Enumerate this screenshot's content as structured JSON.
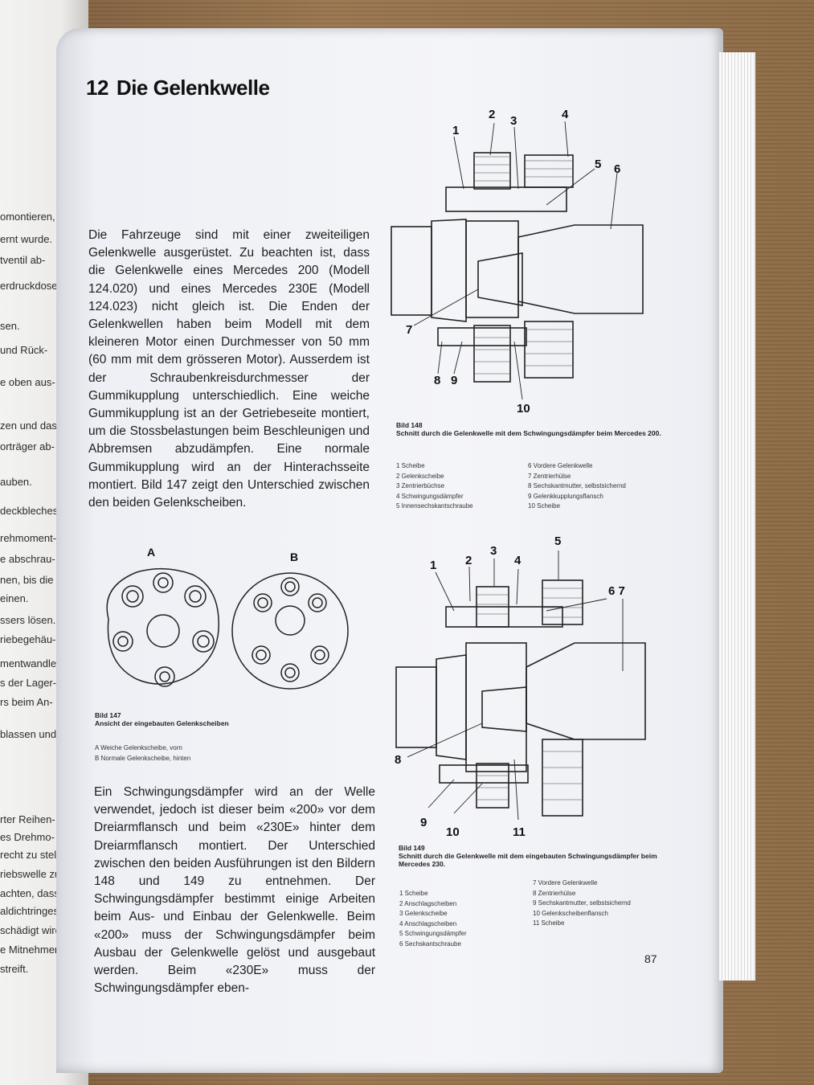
{
  "left_page": {
    "fragments": [
      "omontieren,",
      "ernt wurde.",
      "tventil  ab-",
      "erdruckdose",
      "sen.",
      "und Rück-",
      "e oben aus-",
      "zen und das",
      "orträger ab-",
      "auben.",
      "deckbleches",
      "rehmoment-",
      "e abschrau-",
      "nen, bis die",
      "einen.",
      "ssers lösen.",
      "riebegehäu-",
      "mentwandler",
      "s der Lager-",
      "rs beim An-",
      "blassen und",
      "rter Reihen-",
      "es Drehmo-",
      "recht zu stel-",
      "riebswelle zu",
      "achten, dass",
      "aldichtringes",
      "schädigt wird",
      "e Mitnehmer-",
      "streift."
    ]
  },
  "chapter": {
    "number": "12",
    "title": "Die Gelenkwelle"
  },
  "paragraph1": "Die Fahrzeuge sind mit einer zweiteiligen Gelenkwelle ausgerüstet. Zu beachten ist, dass die Gelenkwelle eines Mercedes 200 (Modell 124.020) und eines Mercedes 230E (Modell 124.023) nicht gleich ist. Die Enden der Gelenkwellen haben beim Modell mit dem kleineren Motor einen Durchmesser von 50 mm (60 mm mit dem grösseren Motor). Ausserdem ist der Schraubenkreisdurchmesser der Gummikupplung unterschiedlich. Eine weiche Gummikupplung ist an der Getriebeseite montiert, um die Stossbelastungen beim Beschleunigen und Abbremsen abzudämpfen. Eine normale Gummikupplung wird an der Hinterachsseite montiert. Bild 147 zeigt den Unterschied zwischen den beiden Gelenkscheiben.",
  "paragraph2": "Ein Schwingungsdämpfer wird an der Welle verwendet, jedoch ist dieser beim «200» vor dem Dreiarmflansch und beim «230E» hinter dem Dreiarmflansch montiert. Der Unterschied zwischen den beiden Ausführungen ist den Bildern 148 und 149 zu entnehmen. Der Schwingungsdämpfer bestimmt einige Arbeiten beim Aus- und Einbau der Gelenkwelle. Beim «200» muss der Schwingungsdämpfer beim Ausbau der Gelenkwelle gelöst und ausgebaut werden. Beim «230E» muss der Schwingungsdämpfer eben-",
  "figure147": {
    "label_a": "A",
    "label_b": "B",
    "caption_number": "Bild 147",
    "caption_text": "Ansicht der eingebauten Gelenkscheiben",
    "legend": [
      "A  Weiche Gelenkscheibe, vorn",
      "B  Normale Gelenkscheibe, hinten"
    ]
  },
  "figure148": {
    "callouts": [
      "1",
      "2",
      "3",
      "4",
      "5",
      "6",
      "7",
      "8",
      "9",
      "10"
    ],
    "caption_number": "Bild 148",
    "caption_text": "Schnitt durch die Gelenkwelle mit dem Schwingungsdämpfer beim Mercedes 200.",
    "legend_left": [
      "1  Scheibe",
      "2  Gelenkscheibe",
      "3  Zentrierbüchse",
      "4  Schwingungsdämpfer",
      "5  Innensechskantschraube"
    ],
    "legend_right": [
      "6  Vordere Gelenkwelle",
      "7  Zentrierhülse",
      "8  Sechskantmutter, selbstsichernd",
      "9  Gelenkkupplungsflansch",
      "10  Scheibe"
    ]
  },
  "figure149": {
    "callouts": [
      "1",
      "2",
      "3",
      "4",
      "5",
      "6 7",
      "8",
      "9",
      "10",
      "11"
    ],
    "caption_number": "Bild 149",
    "caption_text": "Schnitt durch die Gelenkwelle mit dem eingebauten Schwingungsdämpfer beim Mercedes 230.",
    "legend_left": [
      "1  Scheibe",
      "2  Anschlagscheiben",
      "3  Gelenkscheibe",
      "4  Anschlagscheiben",
      "5  Schwingungsdämpfer",
      "6  Sechskantschraube"
    ],
    "legend_right": [
      "7  Vordere Gelenkwelle",
      "8  Zentrierhülse",
      "9  Sechskantmutter, selbstsichernd",
      "10  Gelenkscheibenflansch",
      "11  Scheibe"
    ]
  },
  "page_number": "87"
}
